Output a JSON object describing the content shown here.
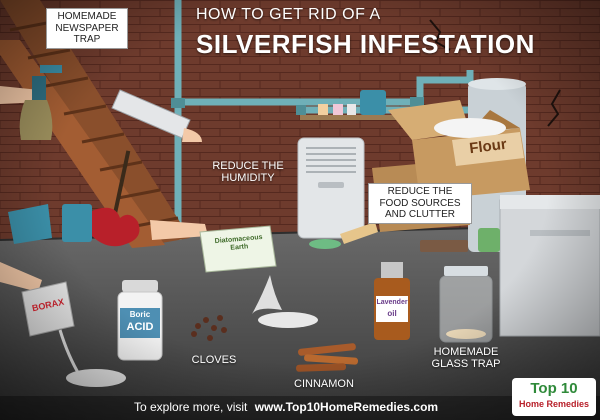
{
  "header": {
    "kicker": "HOW TO GET RID OF A",
    "title": "SILVERFISH INFESTATION"
  },
  "labels": {
    "newspaper_trap": "HOMEMADE NEWSPAPER TRAP",
    "reduce_humidity": "REDUCE THE HUMIDITY",
    "reduce_food": "REDUCE THE FOOD SOURCES AND CLUTTER",
    "cloves": "CLOVES",
    "cinnamon": "CINNAMON",
    "glass_trap": "HOMEMADE GLASS TRAP"
  },
  "products": {
    "flour": "Flour",
    "borax": "BORAX",
    "boric_acid_line1": "Boric",
    "boric_acid_line2": "ACID",
    "diatomaceous": "Diatomaceous Earth",
    "lavender_line1": "Lavender",
    "lavender_line2": "oil"
  },
  "footer": {
    "prompt": "To explore more, visit",
    "url": "www.Top10HomeRemedies.com"
  },
  "logo": {
    "line1": "Top 10",
    "line2": "Home Remedies"
  },
  "colors": {
    "wall": "#6b3a2c",
    "floor": "#4a4a4a",
    "pipe": "#6fb0b8",
    "accent_red": "#b8202a"
  }
}
